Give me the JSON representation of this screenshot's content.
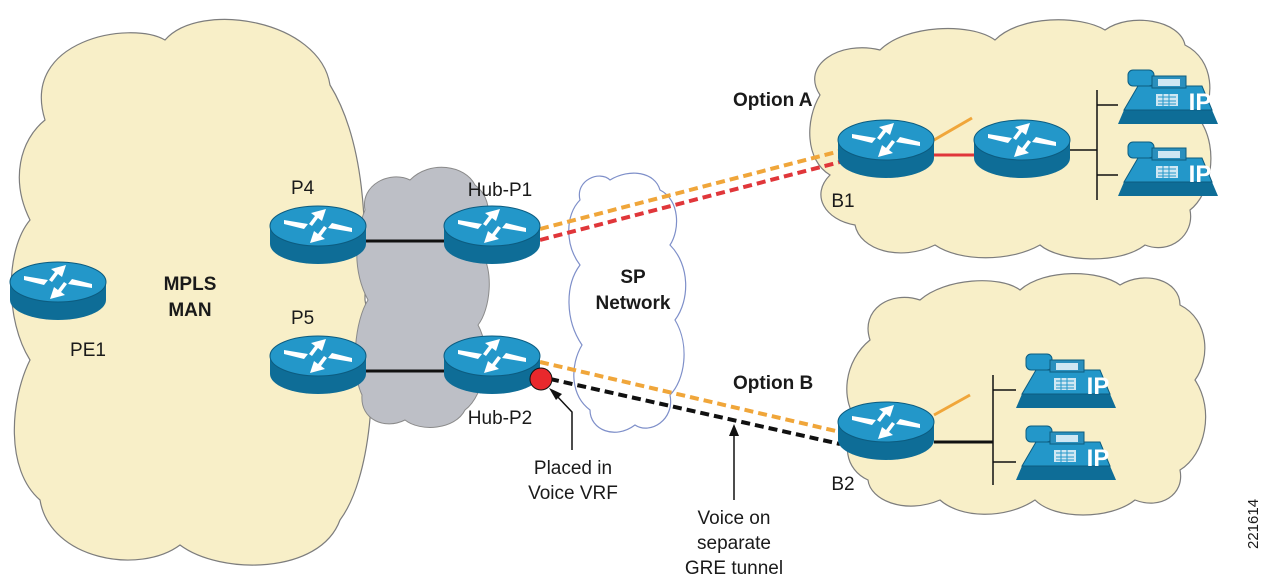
{
  "labels": {
    "pe1": "PE1",
    "p4": "P4",
    "p5": "P5",
    "mpls_line1": "MPLS",
    "mpls_line2": "MAN",
    "hub_p1": "Hub-P1",
    "hub_p2": "Hub-P2",
    "sp_line1": "SP",
    "sp_line2": "Network",
    "option_a": "Option A",
    "option_b": "Option B",
    "b1": "B1",
    "b2": "B2",
    "placed_line1": "Placed in",
    "placed_line2": "Voice VRF",
    "voice_line1": "Voice on",
    "voice_line2": "separate",
    "voice_line3": "GRE tunnel",
    "figure_id": "221614",
    "ip_phone": "IP"
  },
  "colors": {
    "router": "#1f8fc0",
    "cloud_fill": "#f8efc8",
    "tunnel_orange": "#f0a63a",
    "tunnel_red": "#e0363a",
    "tunnel_black": "#111111",
    "vrf_dot": "#e8282c"
  }
}
